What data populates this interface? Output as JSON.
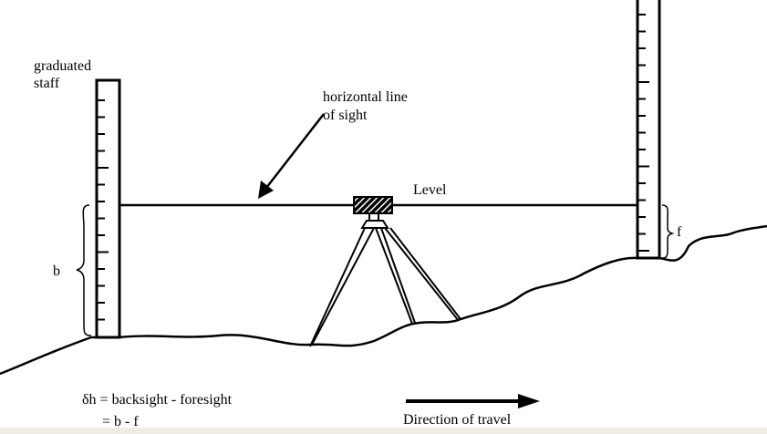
{
  "labels": {
    "staff_line1": "graduated",
    "staff_line2": "staff",
    "sight_line1": "horizontal line",
    "sight_line2": "of sight",
    "level": "Level",
    "b": "b",
    "f": "f",
    "eq_line1": "δh = backsight - foresight",
    "eq_line2": "= b - f",
    "direction": "Direction of travel"
  }
}
